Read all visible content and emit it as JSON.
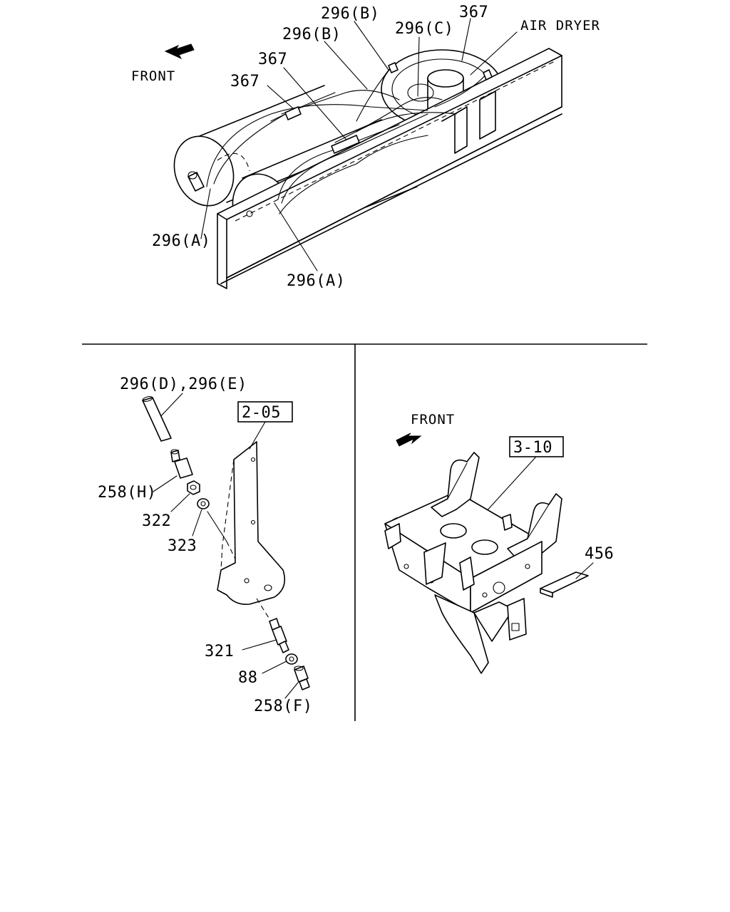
{
  "top_view": {
    "front_label": "FRONT",
    "air_dryer_label": "AIR DRYER",
    "callouts": {
      "c296b_a": "296(B)",
      "c296b_b": "296(B)",
      "c296c": "296(C)",
      "c367_a": "367",
      "c367_b": "367",
      "c367_c": "367",
      "c296a_a": "296(A)",
      "c296a_b": "296(A)"
    }
  },
  "left_panel": {
    "ref_box": "2-05",
    "callouts": {
      "c296de": "296(D),296(E)",
      "c258h": "258(H)",
      "c322": "322",
      "c323": "323",
      "c321": "321",
      "c88": "88",
      "c258f": "258(F)"
    }
  },
  "right_panel": {
    "front_label": "FRONT",
    "ref_box": "3-10",
    "callouts": {
      "c456": "456"
    }
  }
}
